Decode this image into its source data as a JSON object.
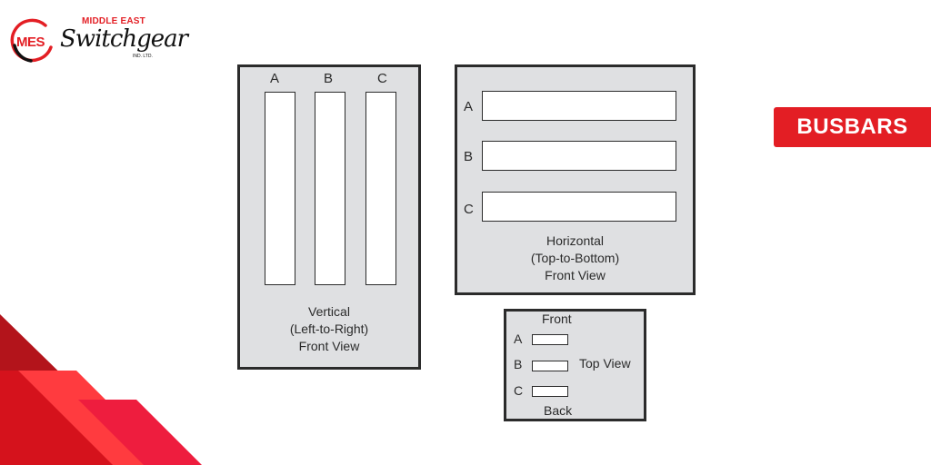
{
  "logo": {
    "mark": "MES",
    "top_line": "MIDDLE EAST",
    "script_line": "Switchgear",
    "bottom_line": "IND. LTD."
  },
  "title": "BUSBARS",
  "vertical": {
    "labels": [
      "A",
      "B",
      "C"
    ],
    "caption": [
      "Vertical",
      "(Left-to-Right)",
      "Front View"
    ]
  },
  "horizontal": {
    "labels": [
      "A",
      "B",
      "C"
    ],
    "caption": [
      "Horizontal",
      "(Top-to-Bottom)",
      "Front View"
    ]
  },
  "top_view": {
    "front": "Front",
    "back": "Back",
    "labels": [
      "A",
      "B",
      "C"
    ],
    "caption": "Top View"
  },
  "colors": {
    "brand_red": "#e31e24",
    "panel_fill": "#dfe0e2",
    "outline": "#2b2b2b"
  }
}
